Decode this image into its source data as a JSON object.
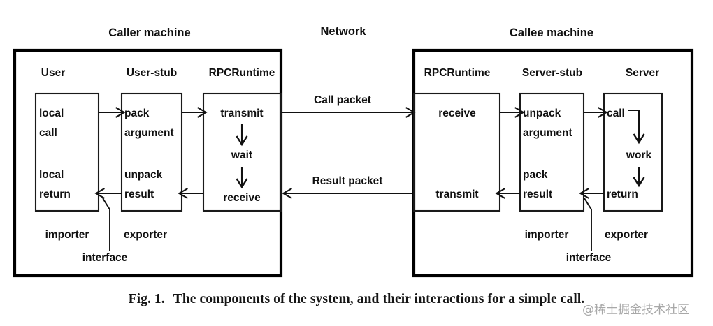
{
  "figure": {
    "caption_number": "Fig. 1.",
    "caption_text": "The components of the system, and their interactions for a simple call.",
    "watermark": "@稀土掘金技术社区"
  },
  "titles": {
    "caller": "Caller machine",
    "network": "Network",
    "callee": "Callee machine"
  },
  "caller": {
    "columns": [
      {
        "header": "User",
        "lines": [
          "local",
          "call",
          "local",
          "return"
        ]
      },
      {
        "header": "User-stub",
        "lines": [
          "pack",
          "argument",
          "unpack",
          "result"
        ]
      },
      {
        "header": "RPCRuntime",
        "lines": [
          "transmit",
          "wait",
          "receive"
        ]
      }
    ],
    "notes": {
      "importer": "importer",
      "exporter": "exporter",
      "interface": "interface"
    }
  },
  "callee": {
    "columns": [
      {
        "header": "RPCRuntime",
        "lines": [
          "receive",
          "transmit"
        ]
      },
      {
        "header": "Server-stub",
        "lines": [
          "unpack",
          "argument",
          "pack",
          "result"
        ]
      },
      {
        "header": "Server",
        "lines": [
          "call",
          "work",
          "return"
        ]
      }
    ],
    "notes": {
      "importer": "importer",
      "exporter": "exporter",
      "interface": "interface"
    }
  },
  "network": {
    "call_packet": "Call packet",
    "result_packet": "Result packet"
  },
  "colors": {
    "ink": "#101010",
    "frame": "#000000",
    "paper": "#ffffff",
    "watermark": "#9a9a9a"
  }
}
